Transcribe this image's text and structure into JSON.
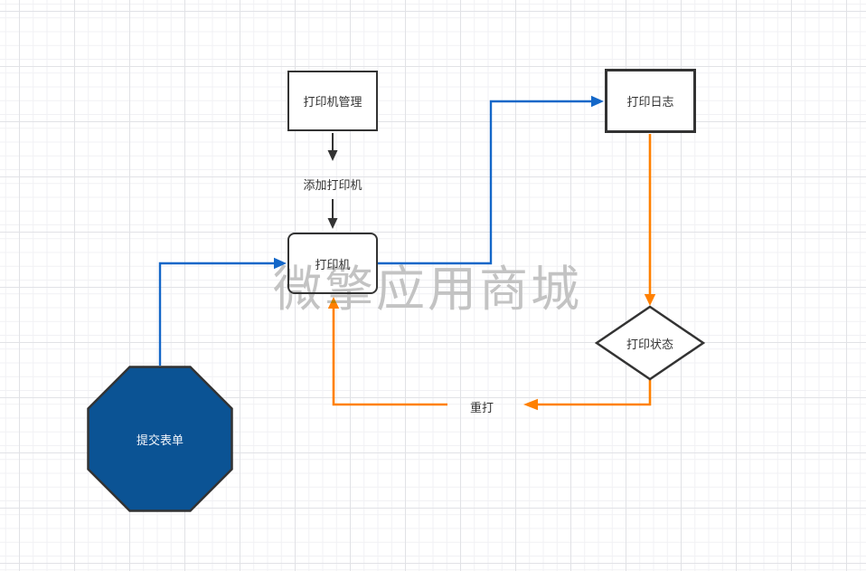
{
  "watermark": {
    "text": "微擎应用商城"
  },
  "nodes": {
    "printer_management": {
      "label": "打印机管理",
      "shape": "rectangle"
    },
    "printer": {
      "label": "打印机",
      "shape": "rounded-rectangle"
    },
    "print_log": {
      "label": "打印日志",
      "shape": "rectangle"
    },
    "print_status": {
      "label": "打印状态",
      "shape": "diamond"
    },
    "submit_form": {
      "label": "提交表单",
      "shape": "octagon"
    }
  },
  "edge_labels": {
    "add_printer": {
      "label": "添加打印机"
    },
    "reprint": {
      "label": "重打"
    }
  },
  "edges": [
    {
      "from": "printer_management",
      "to": "add_printer_label",
      "color": "black"
    },
    {
      "from": "add_printer_label",
      "to": "printer",
      "color": "black"
    },
    {
      "from": "submit_form",
      "to": "printer",
      "color": "blue"
    },
    {
      "from": "printer",
      "to": "print_log",
      "color": "blue"
    },
    {
      "from": "print_log",
      "to": "print_status",
      "color": "orange"
    },
    {
      "from": "print_status",
      "to": "reprint_label",
      "color": "orange"
    },
    {
      "from": "reprint_label",
      "to": "printer",
      "color": "orange"
    }
  ],
  "colors": {
    "edge_blue": "#1467c8",
    "edge_orange": "#ff8000",
    "edge_black": "#333333",
    "node_border": "#333333",
    "node_fill": "#ffffff",
    "octagon_fill": "#0b5394",
    "octagon_text": "#f2f6fb",
    "watermark_gray": "#c3c3c3",
    "grid_minor": "#f1f1f4",
    "grid_major": "#e1e2e6"
  }
}
